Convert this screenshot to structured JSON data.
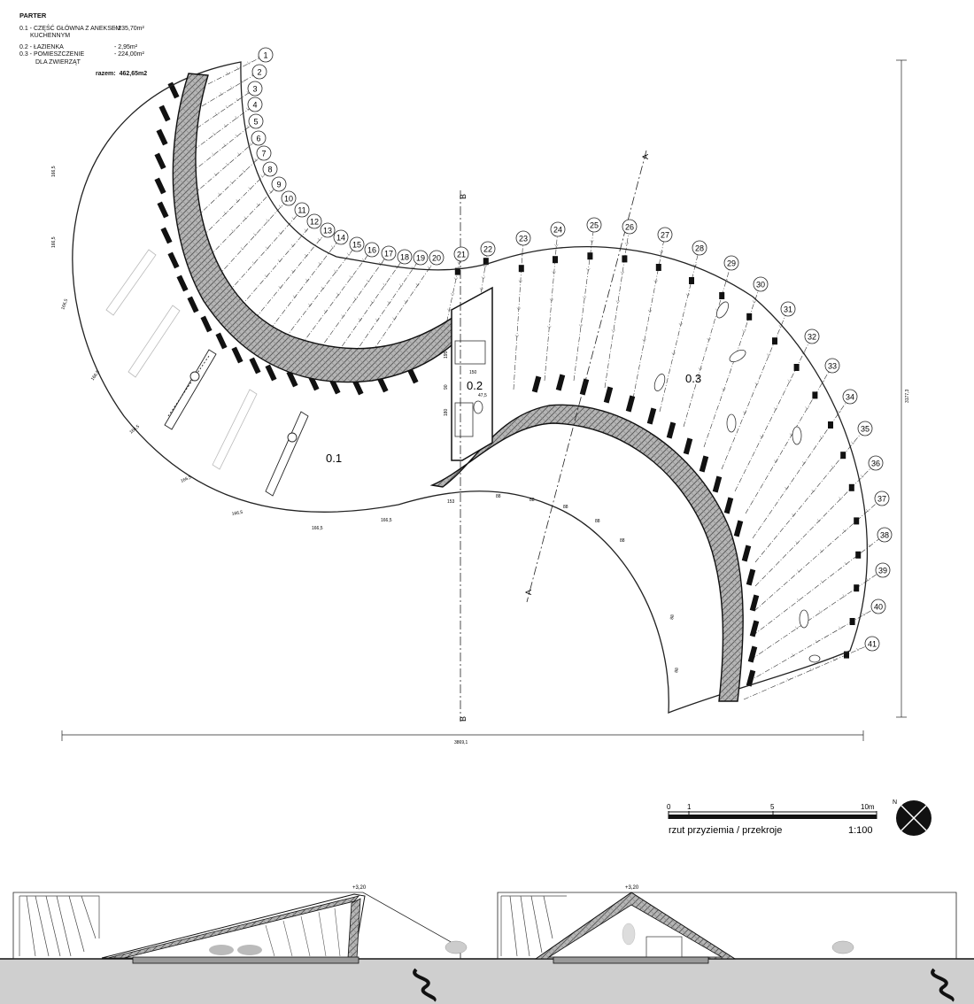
{
  "legend": {
    "title": "PARTER",
    "rows": [
      {
        "name": "0.1 - CZĘŚĆ GŁÓWNA Z ANEKSEM",
        "value": "- 235,70m²"
      },
      {
        "name": "KUCHENNYM",
        "value": ""
      },
      {
        "name": "0.2 - ŁAZIENKA",
        "value": "- 2,95m²"
      },
      {
        "name": "0.3 - POMIESZCZENIE",
        "value": "- 224,00m²"
      },
      {
        "name": "DLA ZWIERZĄT",
        "value": ""
      }
    ],
    "total_label": "razem:",
    "total_value": "462,65m2"
  },
  "rooms": {
    "r01": "0.1",
    "r02": "0.2",
    "r03": "0.3"
  },
  "grid_numbers": [
    "1",
    "2",
    "3",
    "4",
    "5",
    "6",
    "7",
    "8",
    "9",
    "10",
    "11",
    "12",
    "13",
    "14",
    "15",
    "16",
    "17",
    "18",
    "19",
    "20",
    "21",
    "22",
    "23",
    "24",
    "25",
    "26",
    "27",
    "28",
    "29",
    "30",
    "31",
    "32",
    "33",
    "34",
    "35",
    "36",
    "37",
    "38",
    "39",
    "40",
    "41"
  ],
  "sections": {
    "a": "A",
    "b": "B"
  },
  "dimensions": {
    "total_width": "3869,1",
    "total_height": "3177,3",
    "rib_spacing": "166,5",
    "inner_spacing": "88",
    "bath_a": "195",
    "bath_b": "150",
    "bath_c": "90",
    "bath_d": "180",
    "bath_e": "47,5",
    "edge_a": "153"
  },
  "scale_bar": {
    "ticks": [
      "0",
      "1",
      "5",
      "10m"
    ],
    "caption_left": "rzut przyziemia  / przekroje",
    "caption_right": "1:100",
    "north": "N"
  },
  "section_elevation": "+3,20",
  "colors": {
    "ground": "#cfcfcf",
    "line": "#111111"
  }
}
